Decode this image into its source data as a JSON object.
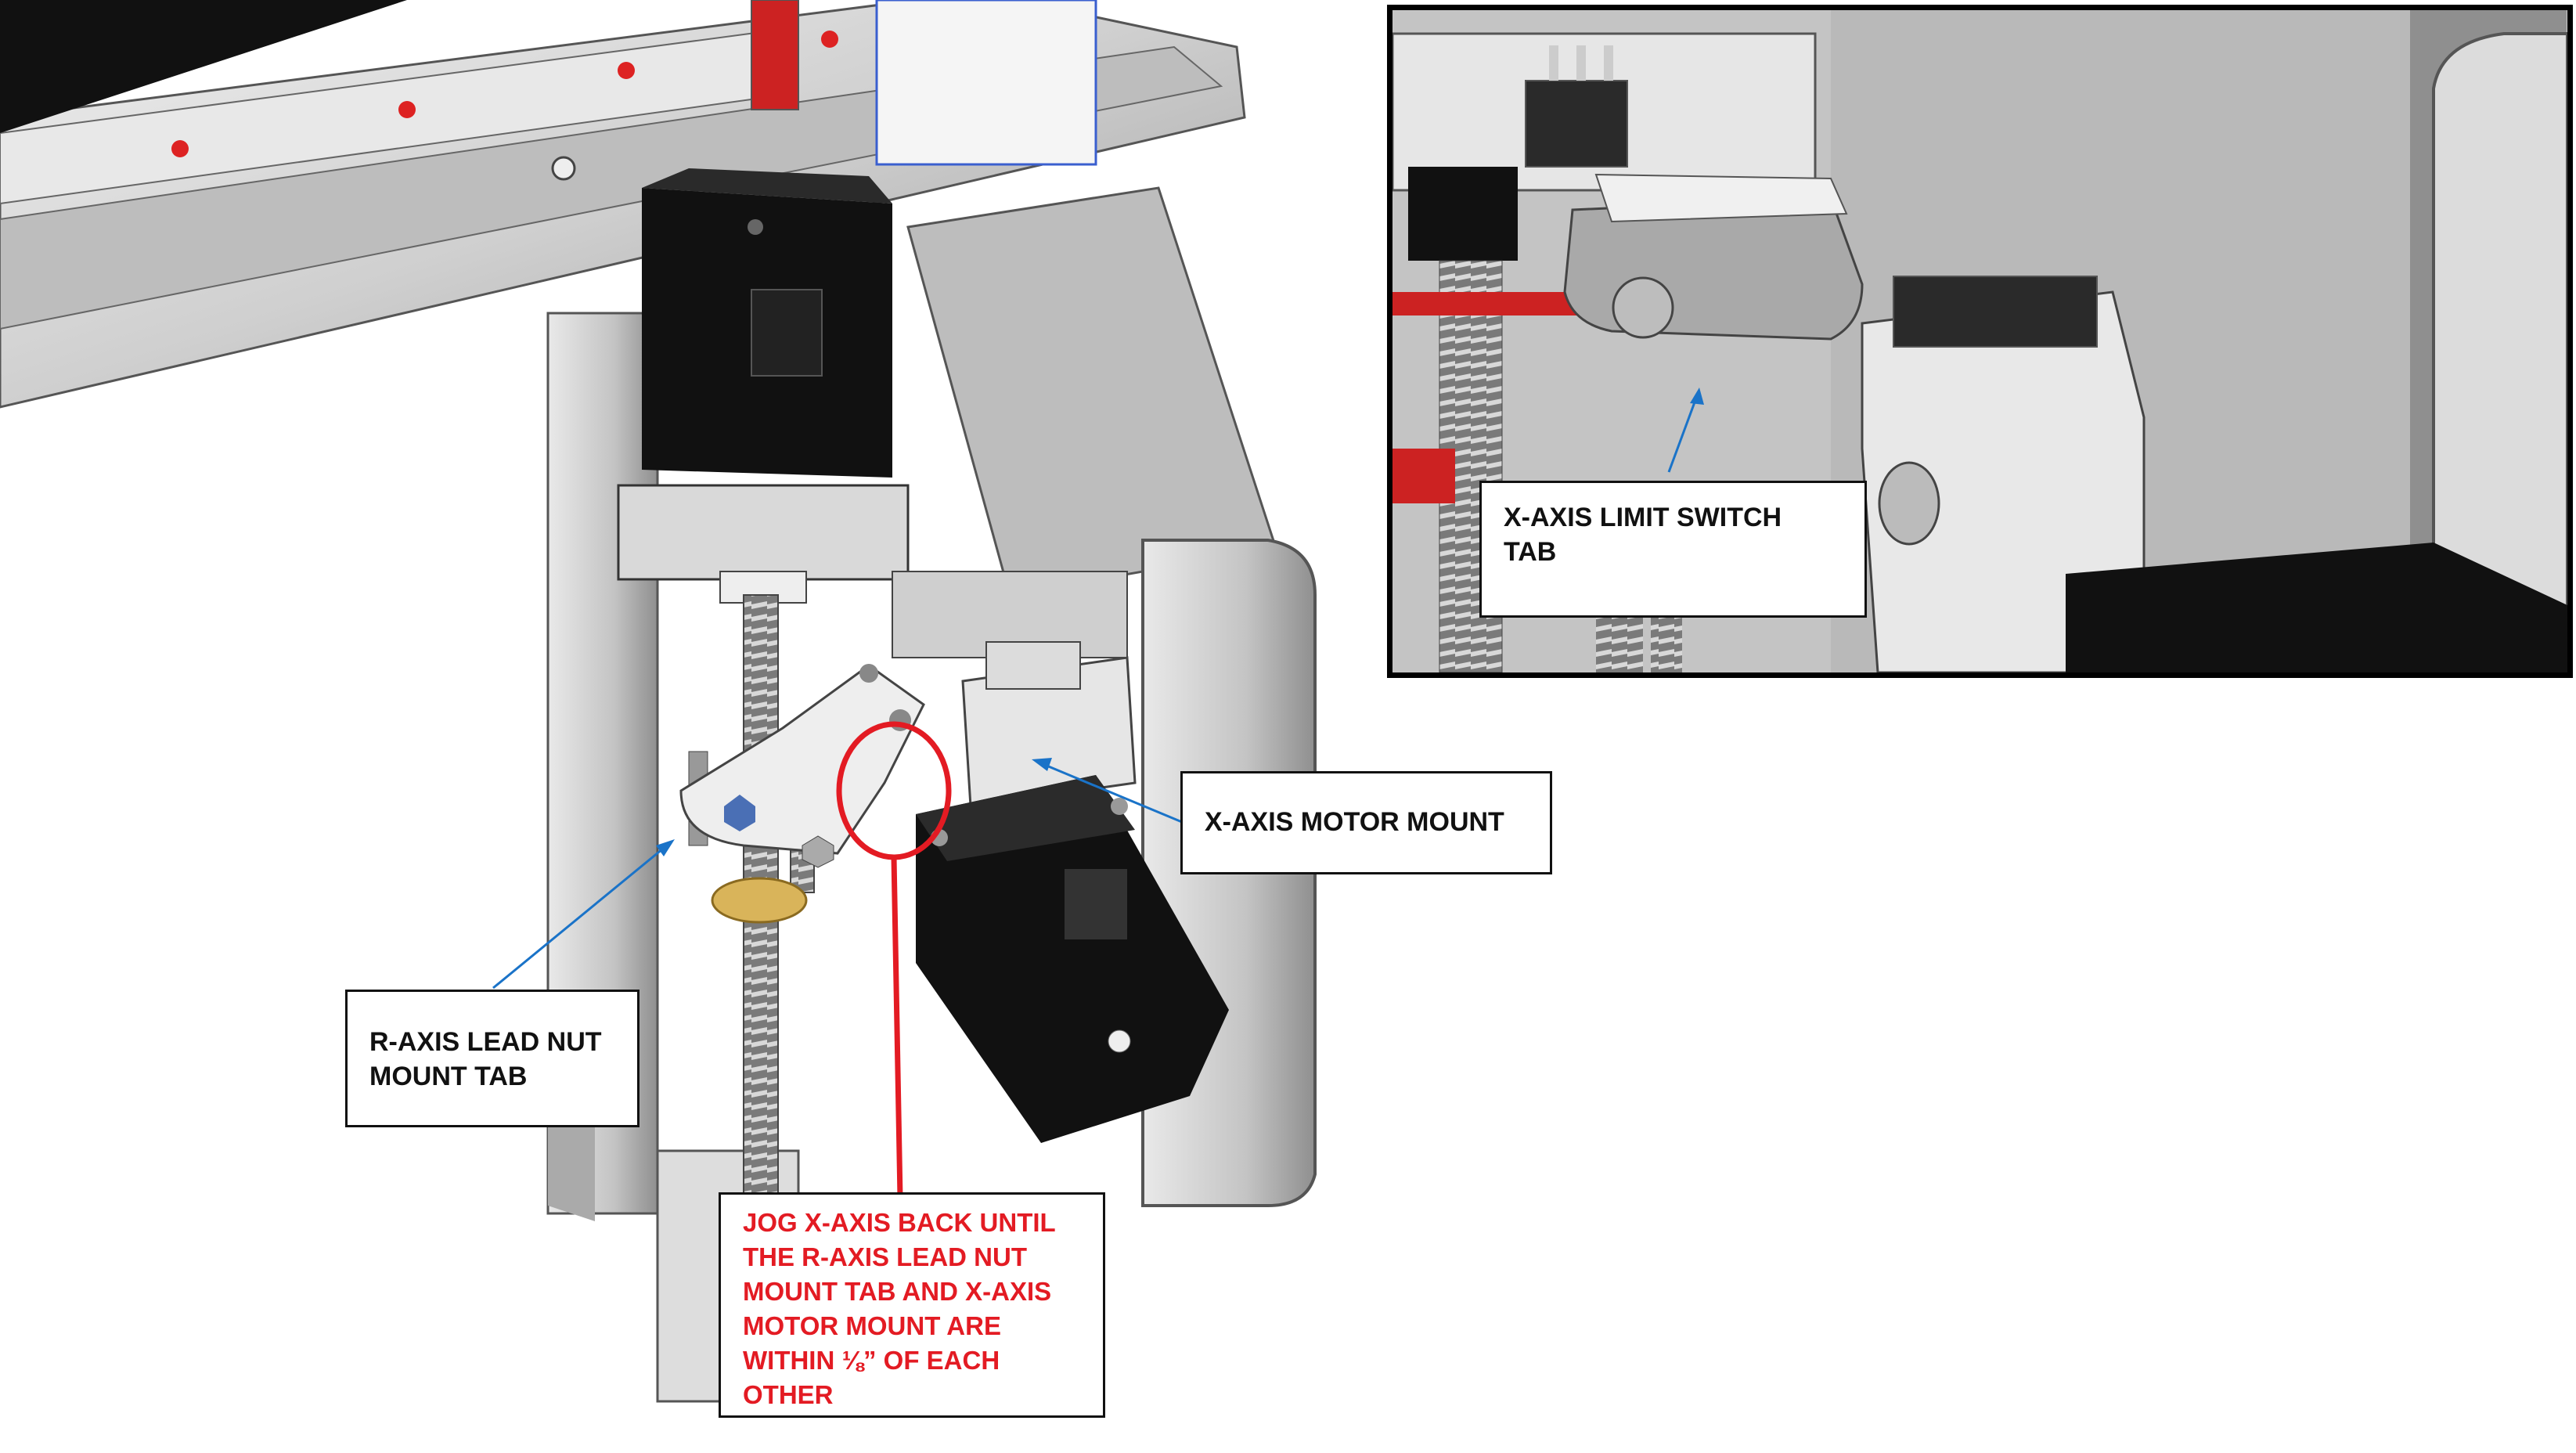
{
  "callouts": {
    "x_axis_limit_switch_tab": "X-AXIS LIMIT SWITCH\nTAB",
    "x_axis_motor_mount": "X-AXIS MOTOR MOUNT",
    "r_axis_lead_nut_mount_tab": "R-AXIS LEAD NUT\nMOUNT TAB",
    "jog_instruction": "JOG X-AXIS BACK UNTIL\nTHE R-AXIS LEAD NUT\nMOUNT TAB AND X-AXIS\nMOTOR MOUNT ARE\nWITHIN ⅛” OF EACH\nOTHER"
  },
  "colors": {
    "instruction_text": "#e31b23",
    "highlight_circle": "#e31b23",
    "leader_arrow": "#1a73c8",
    "motor_body": "#111111",
    "aluminum": "#c9c9c9",
    "frame_border": "#000000"
  }
}
